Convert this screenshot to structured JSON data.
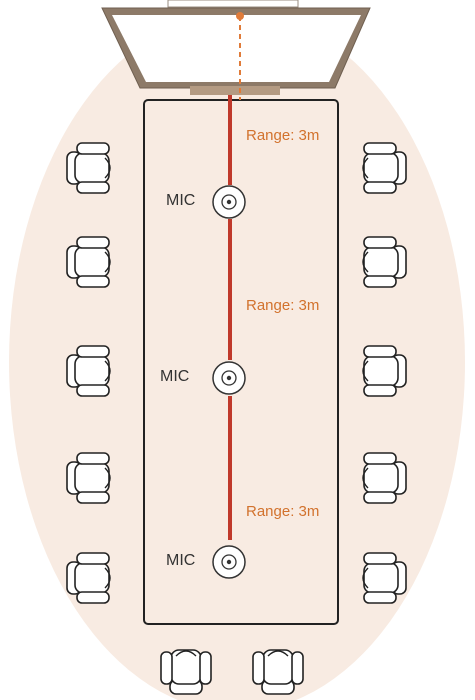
{
  "colors": {
    "coverage_zone": "#f8ebe2",
    "display_frame": "#8d7a68",
    "display_stand": "#b49b83",
    "table_outline": "#222222",
    "cable": "#c0392b",
    "pickup_axis": "#e07b39",
    "range_text": "#d2722d",
    "mic_text": "#333333",
    "chair_stroke": "#222222"
  },
  "icons": {
    "display": "display-screen-icon",
    "chair": "office-chair-icon",
    "microphone": "ceiling-microphone-icon"
  },
  "microphones": [
    {
      "label": "MIC",
      "range_label": "Range: 3m"
    },
    {
      "label": "MIC",
      "range_label": "Range: 3m"
    },
    {
      "label": "MIC",
      "range_label": "Range: 3m"
    }
  ],
  "seating": {
    "left_side": 5,
    "right_side": 5,
    "bottom_end": 2
  }
}
